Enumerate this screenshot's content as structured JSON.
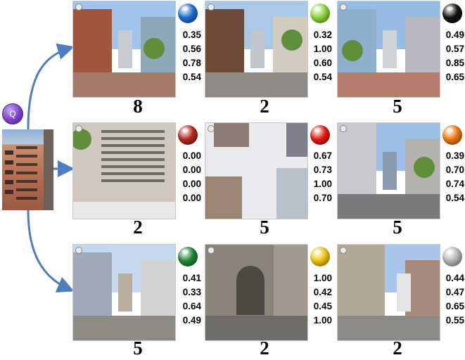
{
  "query": {
    "badge_label": "Q",
    "badge_color": "#7a3cc8"
  },
  "results": [
    {
      "values": [
        "0.35",
        "0.56",
        "0.78",
        "0.54"
      ],
      "count": "8",
      "color": "#1f6fd6"
    },
    {
      "values": [
        "0.32",
        "1.00",
        "0.60",
        "0.54"
      ],
      "count": "2",
      "color": "#8fd63c"
    },
    {
      "values": [
        "0.49",
        "0.57",
        "0.85",
        "0.65"
      ],
      "count": "5",
      "color": "#111111"
    },
    {
      "values": [
        "0.00",
        "0.00",
        "0.00",
        "0.00"
      ],
      "count": "2",
      "color": "#b52a22"
    },
    {
      "values": [
        "0.67",
        "0.73",
        "1.00",
        "0.70"
      ],
      "count": "5",
      "color": "#e81a12"
    },
    {
      "values": [
        "0.39",
        "0.70",
        "0.74",
        "0.54"
      ],
      "count": "5",
      "color": "#f07a12"
    },
    {
      "values": [
        "0.41",
        "0.33",
        "0.64",
        "0.49"
      ],
      "count": "5",
      "color": "#1f8a3a"
    },
    {
      "values": [
        "1.00",
        "0.42",
        "0.45",
        "1.00"
      ],
      "count": "2",
      "color": "#f4c514"
    },
    {
      "values": [
        "0.44",
        "0.47",
        "0.65",
        "0.55"
      ],
      "count": "2",
      "color": "#b8b8b8"
    }
  ]
}
